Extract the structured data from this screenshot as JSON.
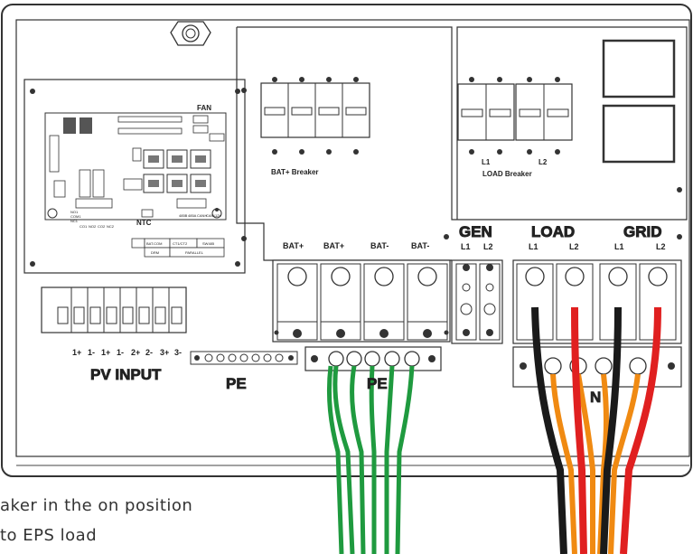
{
  "diagram": {
    "pcb": {
      "fan_label": "FAN",
      "ntc_label": "NTC",
      "dip_labels": [
        "NO1",
        "COM1",
        "NC1",
        "CO1",
        "NO2",
        "CO2",
        "NC2"
      ],
      "rj_labels": [
        "485B",
        "485A",
        "CANH",
        "CANL",
        "12V"
      ],
      "port_boxes": [
        "BAT.COM",
        "CT1/CT2",
        "SW485",
        "DRM",
        "PARALLEL"
      ]
    },
    "bat_breaker": {
      "label": "BAT+ Breaker",
      "terminals": [
        "BAT+",
        "BAT+",
        "BAT-",
        "BAT-"
      ]
    },
    "load_breaker": {
      "label": "LOAD Breaker",
      "l1": "L1",
      "l2": "L2"
    },
    "ac_groups": [
      {
        "name": "GEN",
        "terminals": [
          "L1",
          "L2"
        ]
      },
      {
        "name": "LOAD",
        "terminals": [
          "L1",
          "L2"
        ]
      },
      {
        "name": "GRID",
        "terminals": [
          "L1",
          "L2"
        ]
      }
    ],
    "pv": {
      "label": "PV INPUT",
      "terminals": [
        "1+",
        "1-",
        "1+",
        "1-",
        "2+",
        "2-",
        "3+",
        "3-"
      ]
    },
    "pe_label": "PE",
    "pe_bar_label": "PE",
    "neutral_label": "N",
    "wire_colors": {
      "ground": "#1f9a3f",
      "line_black": "#1a1a1a",
      "line_red": "#e02020",
      "neutral": "#f08a12"
    }
  },
  "captions": [
    "aker in the on position",
    "to EPS load"
  ]
}
